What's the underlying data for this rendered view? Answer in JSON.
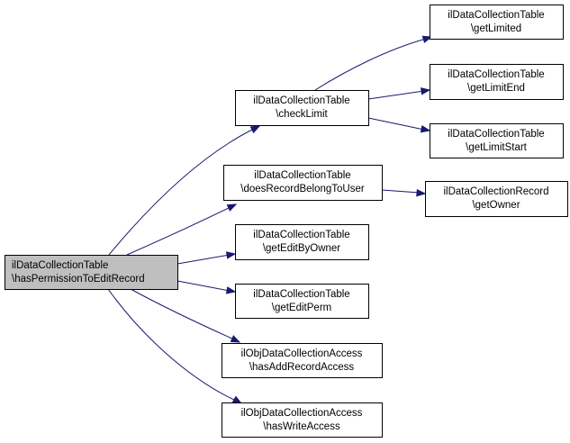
{
  "nodes": [
    {
      "id": "root",
      "line1": "ilDataCollectionTable",
      "line2": "\\hasPermissionToEditRecord"
    },
    {
      "id": "checkLimit",
      "line1": "ilDataCollectionTable",
      "line2": "\\checkLimit"
    },
    {
      "id": "getLimited",
      "line1": "ilDataCollectionTable",
      "line2": "\\getLimited"
    },
    {
      "id": "getLimitEnd",
      "line1": "ilDataCollectionTable",
      "line2": "\\getLimitEnd"
    },
    {
      "id": "getLimitStart",
      "line1": "ilDataCollectionTable",
      "line2": "\\getLimitStart"
    },
    {
      "id": "doesRecordBelongToUser",
      "line1": "ilDataCollectionTable",
      "line2": "\\doesRecordBelongToUser"
    },
    {
      "id": "getOwner",
      "line1": "ilDataCollectionRecord",
      "line2": "\\getOwner"
    },
    {
      "id": "getEditByOwner",
      "line1": "ilDataCollectionTable",
      "line2": "\\getEditByOwner"
    },
    {
      "id": "getEditPerm",
      "line1": "ilDataCollectionTable",
      "line2": "\\getEditPerm"
    },
    {
      "id": "hasAddRecordAccess",
      "line1": "ilObjDataCollectionAccess",
      "line2": "\\hasAddRecordAccess"
    },
    {
      "id": "hasWriteAccess",
      "line1": "ilObjDataCollectionAccess",
      "line2": "\\hasWriteAccess"
    }
  ],
  "edges": [
    {
      "from": "root",
      "to": "checkLimit"
    },
    {
      "from": "root",
      "to": "doesRecordBelongToUser"
    },
    {
      "from": "root",
      "to": "getEditByOwner"
    },
    {
      "from": "root",
      "to": "getEditPerm"
    },
    {
      "from": "root",
      "to": "hasAddRecordAccess"
    },
    {
      "from": "root",
      "to": "hasWriteAccess"
    },
    {
      "from": "checkLimit",
      "to": "getLimited"
    },
    {
      "from": "checkLimit",
      "to": "getLimitEnd"
    },
    {
      "from": "checkLimit",
      "to": "getLimitStart"
    },
    {
      "from": "doesRecordBelongToUser",
      "to": "getOwner"
    }
  ],
  "colors": {
    "edge": "#191970",
    "root_fill": "#bfbfbf",
    "node_fill": "#ffffff",
    "node_border": "#000000"
  }
}
